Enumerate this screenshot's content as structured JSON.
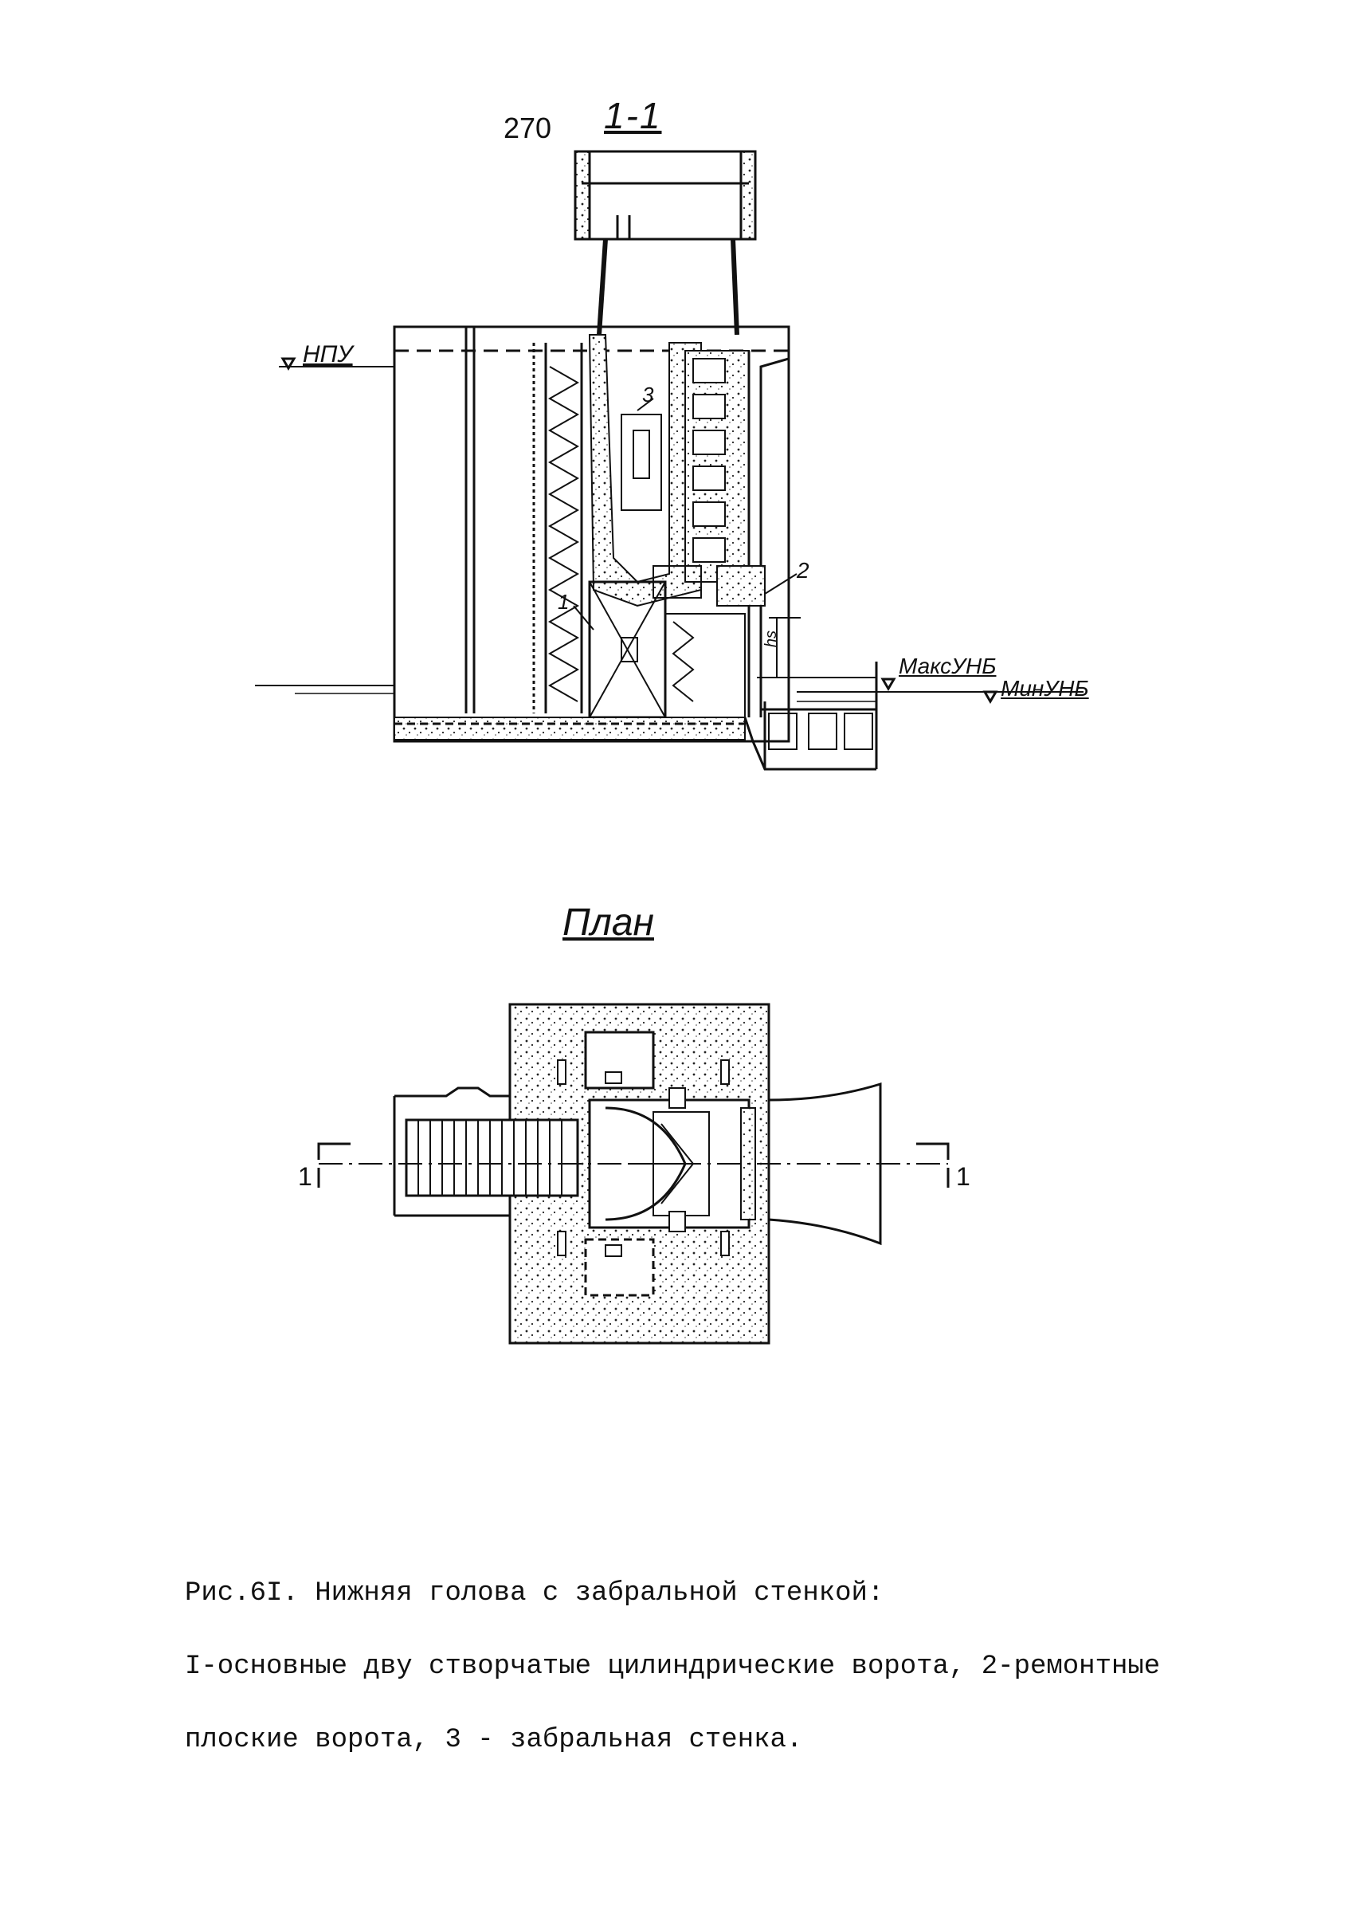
{
  "page": {
    "number": "270"
  },
  "section": {
    "title": "1-1"
  },
  "plan": {
    "title": "План"
  },
  "levels": {
    "upper": "НПУ",
    "max_lower": "МаксУНБ",
    "min_lower": "МинУНБ"
  },
  "callouts": {
    "one": "1",
    "two": "2",
    "three": "3",
    "hg": "hs"
  },
  "section_marks": {
    "left": "1",
    "right": "1"
  },
  "caption": {
    "line1": "Рис.6I. Нижняя голова с забральной стенкой:",
    "line2": "I-основные дву створчатые цилиндрические ворота, 2-ремонтные",
    "line3": "плоские ворота, 3 - забральная стенка."
  }
}
